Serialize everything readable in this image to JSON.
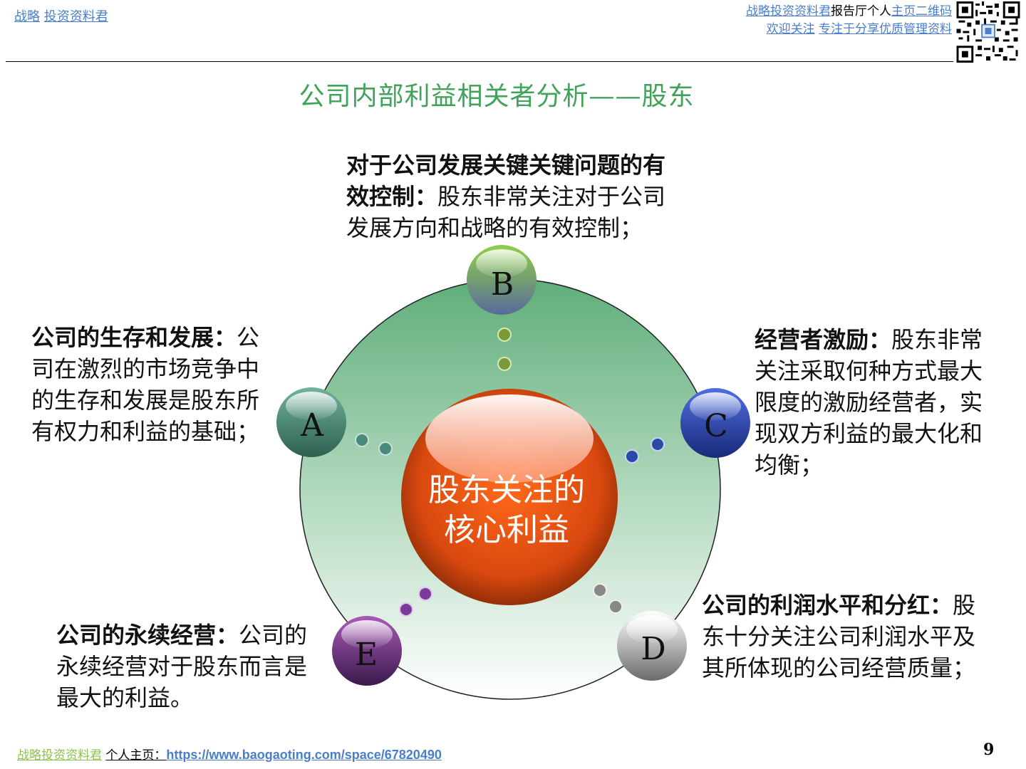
{
  "header": {
    "left_1": "战略",
    "left_2": "投资资料君",
    "right_line1_a": "战略投资资料君",
    "right_line1_b": "报告厅个人",
    "right_line1_c": "主页二维码",
    "right_line2_a": "欢迎关注",
    "right_line2_b": "专注于分享优质管理资料"
  },
  "title": "公司内部利益相关者分析——股东",
  "center": {
    "line1": "股东关注的",
    "line2": "核心利益"
  },
  "nodes": {
    "A": {
      "letter": "A",
      "heading": "公司的生存和发展：",
      "body": "公司在激烈的市场竞争中的生存和发展是股东所有权力和利益的基础；"
    },
    "B": {
      "letter": "B",
      "heading": "对于公司发展关键关键问题的有效控制：",
      "body": "股东非常关注对于公司发展方向和战略的有效控制；"
    },
    "C": {
      "letter": "C",
      "heading": "经营者激励：",
      "body": "股东非常关注采取何种方式最大限度的激励经营者，实现双方利益的最大化和均衡；"
    },
    "D": {
      "letter": "D",
      "heading": "公司的利润水平和分红：",
      "body": "股东十分关注公司利润水平及其所体现的公司经营质量；"
    },
    "E": {
      "letter": "E",
      "heading": "公司的永续经营：",
      "body": "公司的永续经营对于股东而言是最大的利益。"
    }
  },
  "footer": {
    "part1": "战略投资资料君",
    "part2": "个人主页：",
    "part3": "https://www.baogaoting.com/space/67820490"
  },
  "page_number": "9"
}
